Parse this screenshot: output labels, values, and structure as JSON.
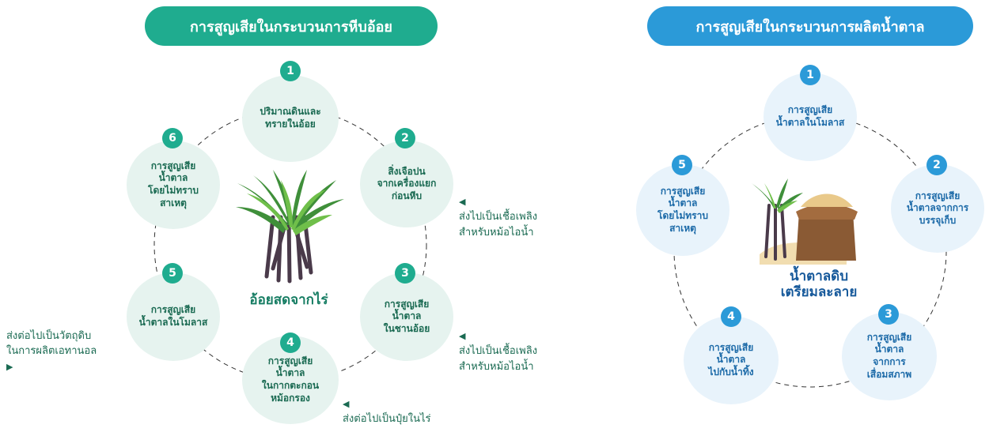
{
  "left": {
    "title": "การสูญเสียในกระบวนการหีบอ้อย",
    "center_label": "อ้อยสดจากไร่",
    "nodes": [
      {
        "num": "1",
        "label": "ปริมาณดินและ\nทรายในอ้อย"
      },
      {
        "num": "2",
        "label": "สิ่งเจือปน\nจากเครื่องแยก\nก่อนหีบ"
      },
      {
        "num": "3",
        "label": "การสูญเสีย\nน้ำตาล\nในชานอ้อย"
      },
      {
        "num": "4",
        "label": "การสูญเสีย\nน้ำตาล\nในกากตะกอน\nหม้อกรอง"
      },
      {
        "num": "5",
        "label": "การสูญเสีย\nน้ำตาลในโมลาส"
      },
      {
        "num": "6",
        "label": "การสูญเสีย\nน้ำตาล\nโดยไม่ทราบ\nสาเหตุ"
      }
    ],
    "notes": [
      {
        "text": "ส่งไปเป็นเชื้อเพลิง\nสำหรับหม้อไอน้ำ"
      },
      {
        "text": "ส่งไปเป็นเชื้อเพลิง\nสำหรับหม้อไอน้ำ"
      },
      {
        "text": "ส่งต่อไปเป็นปุ๋ยในไร่"
      },
      {
        "text": "ส่งต่อไปเป็นวัตถุดิบ\nในการผลิตเอทานอล"
      }
    ]
  },
  "right": {
    "title": "การสูญเสียในกระบวนการผลิตน้ำตาล",
    "center_label": "น้ำตาลดิบ\nเตรียมละลาย",
    "nodes": [
      {
        "num": "1",
        "label": "การสูญเสีย\nน้ำตาลในโมลาส"
      },
      {
        "num": "2",
        "label": "การสูญเสีย\nน้ำตาลจากการ\nบรรจุเก็บ"
      },
      {
        "num": "3",
        "label": "การสูญเสีย\nน้ำตาล\nจากการ\nเสื่อมสภาพ"
      },
      {
        "num": "4",
        "label": "การสูญเสีย\nน้ำตาล\nไปกับน้ำทิ้ง"
      },
      {
        "num": "5",
        "label": "การสูญเสีย\nน้ำตาล\nโดยไม่ทราบ\nสาเหตุ"
      }
    ]
  },
  "colors": {
    "green_accent": "#1fac8f",
    "blue_accent": "#2b9ad8",
    "green_node_bg": "#e6f3ef",
    "blue_node_bg": "#e8f3fb"
  }
}
